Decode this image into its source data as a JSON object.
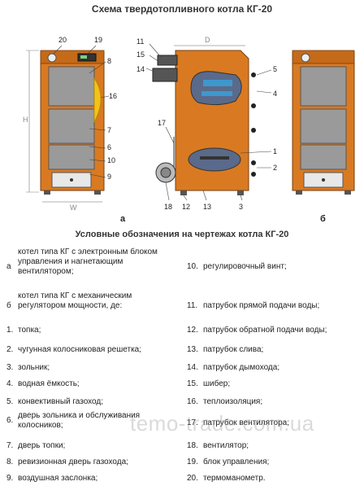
{
  "title": "Схема твердотопливного котла КГ-20",
  "legend_title": "Условные обозначения на чертежах котла КГ-20",
  "view_labels": {
    "a": "а",
    "b": "б"
  },
  "dimensions": {
    "H": "H",
    "W": "W",
    "D": "D"
  },
  "callouts": {
    "front": [
      "20",
      "19",
      "8",
      "16",
      "7",
      "6",
      "10",
      "9"
    ],
    "side": [
      "11",
      "15",
      "14",
      "5",
      "4",
      "17",
      "1",
      "2",
      "18",
      "12",
      "13",
      "3"
    ]
  },
  "legend_left": [
    {
      "num": "а",
      "text": "котел типа КГ с электронным блоком управления и нагнетающим вентилятором;"
    },
    {
      "num": "б",
      "text": "котел типа КГ с механическим регулятором мощности, де:"
    },
    {
      "num": "1.",
      "text": "топка;"
    },
    {
      "num": "2.",
      "text": "чугунная колосниковая решетка;"
    },
    {
      "num": "3.",
      "text": "зольник;"
    },
    {
      "num": "4.",
      "text": "водная ёмкость;"
    },
    {
      "num": "5.",
      "text": "конвективный газоход;"
    },
    {
      "num": "6.",
      "text": "дверь зольника и обслуживания колосников;"
    },
    {
      "num": "7.",
      "text": "дверь топки;"
    },
    {
      "num": "8.",
      "text": "ревизионная дверь газохода;"
    },
    {
      "num": "9.",
      "text": "воздушная заслонка;"
    }
  ],
  "legend_right": [
    {
      "num": "10.",
      "text": "регулировочный винт;"
    },
    {
      "num": "11.",
      "text": "патрубок прямой подачи воды;"
    },
    {
      "num": "12.",
      "text": "патрубок обратной подачи воды;"
    },
    {
      "num": "13.",
      "text": "патрубок слива;"
    },
    {
      "num": "14.",
      "text": "патрубок дымохода;"
    },
    {
      "num": "15.",
      "text": "шибер;"
    },
    {
      "num": "16.",
      "text": "теплоизоляция;"
    },
    {
      "num": "17.",
      "text": "патрубок вентилятора;"
    },
    {
      "num": "18.",
      "text": "вентилятор;"
    },
    {
      "num": "19.",
      "text": "блок управления;"
    },
    {
      "num": "20.",
      "text": "термоманометр."
    }
  ],
  "watermark": "temo-trade.com.ua",
  "colors": {
    "body": "#d97a22",
    "panel": "#9a9a9a",
    "insulation": "#f2c21a",
    "water": "#3aa0d8"
  }
}
